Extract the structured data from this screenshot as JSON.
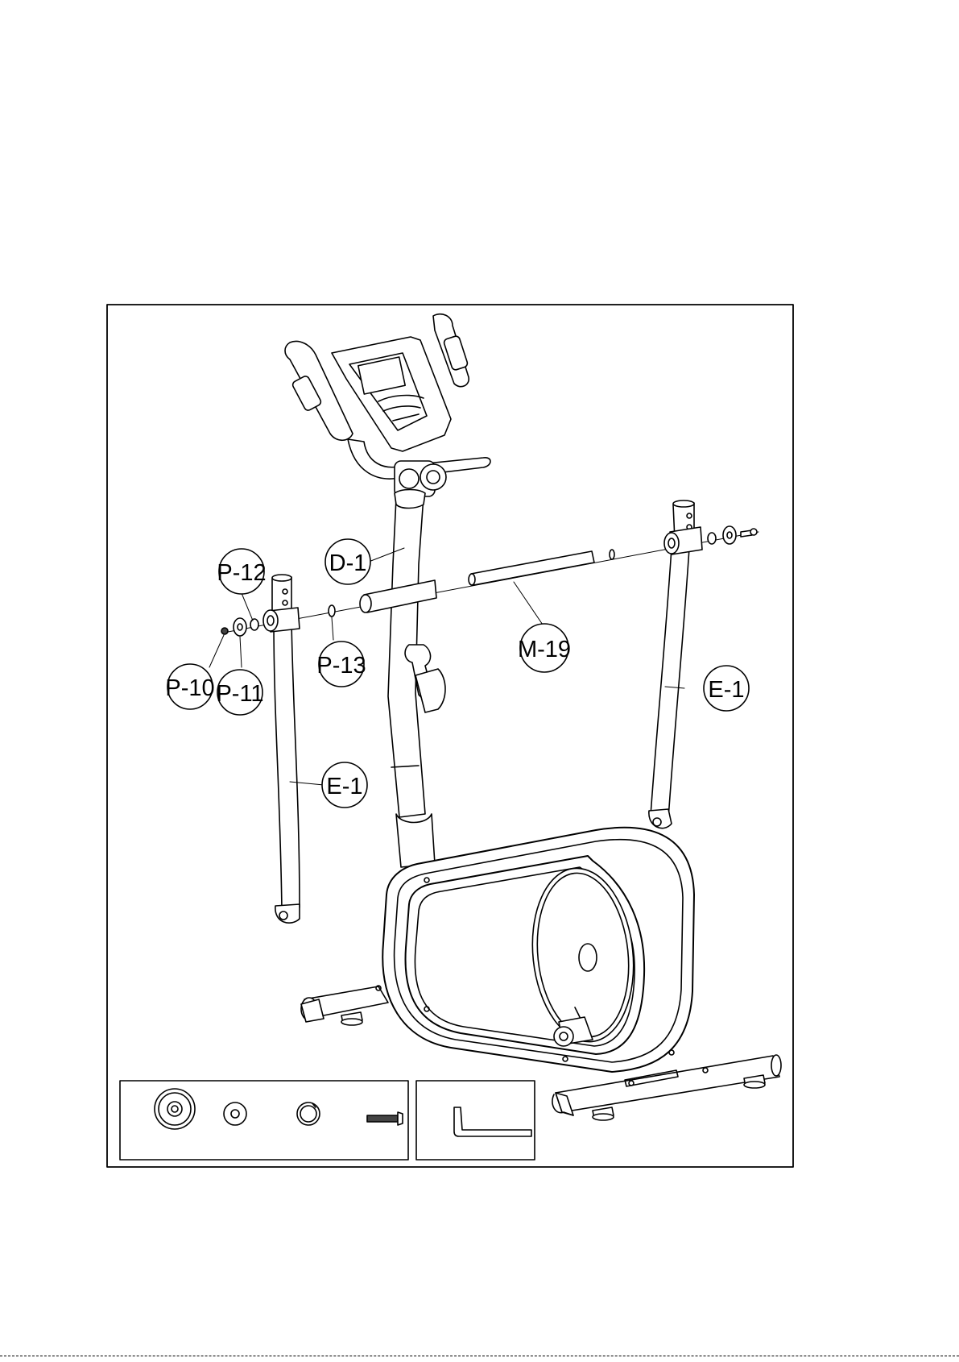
{
  "colors": {
    "ink": "#000000",
    "paper": "#ffffff",
    "hardware_fill": "#444444"
  },
  "icons": [
    "allen-key-icon",
    "washer-icon",
    "spring-washer-icon",
    "bolt-icon",
    "flat-washer-icon"
  ],
  "callouts": {
    "d1": "D-1",
    "p12": "P-12",
    "p13": "P-13",
    "m19": "M-19",
    "p10": "P-10",
    "p11": "P-11",
    "e1_left": "E-1",
    "e1_right": "E-1"
  }
}
